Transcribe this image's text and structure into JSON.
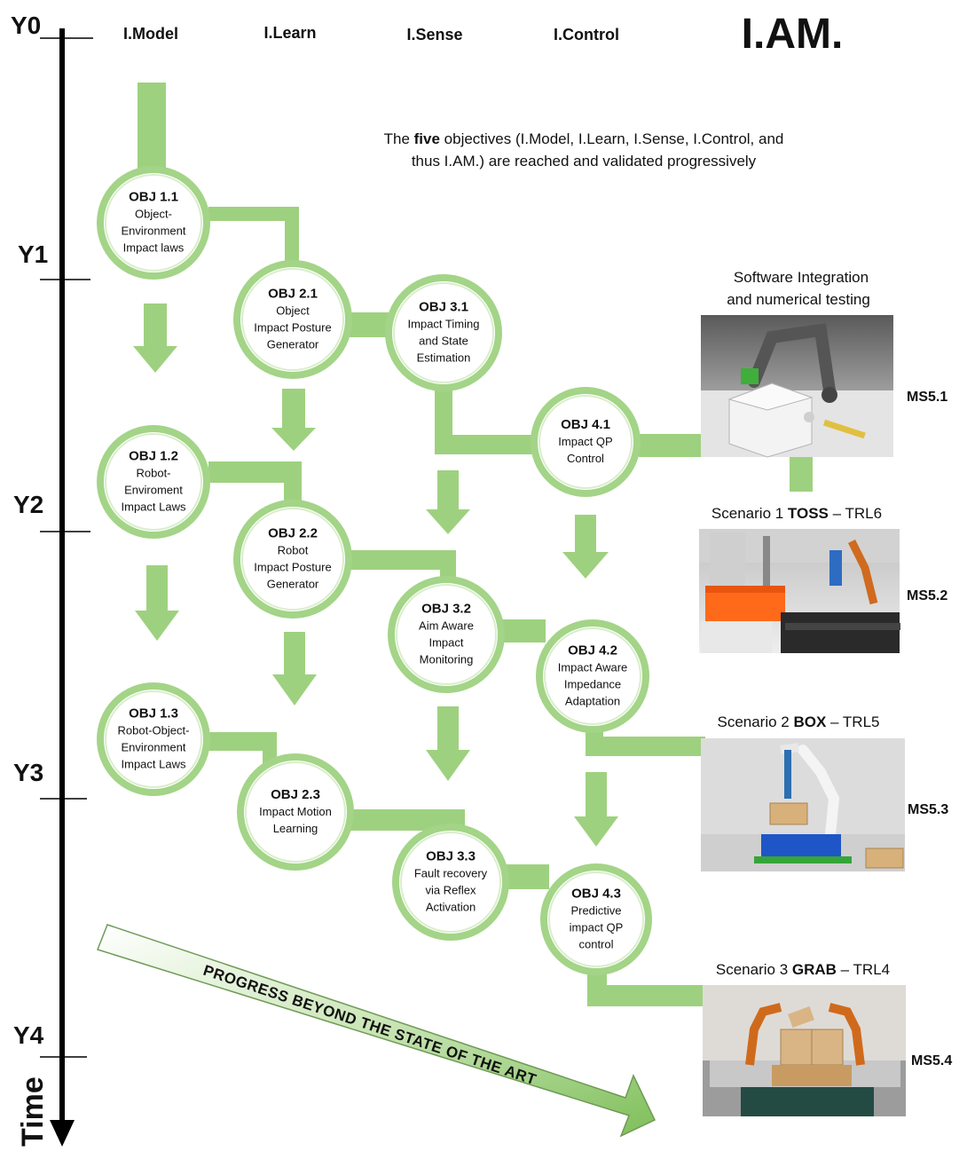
{
  "columns": [
    "I.Model",
    "I.Learn",
    "I.Sense",
    "I.Control"
  ],
  "iam_title": "I.AM.",
  "intro": {
    "line1_pre": "The ",
    "line1_bold": "five",
    "line1_post": " objectives (I.Model, I.Learn, I.Sense, I.Control, and",
    "line2": "thus I.AM.) are reached and validated progressively"
  },
  "timeline": {
    "years": [
      "Y0",
      "Y1",
      "Y2",
      "Y3",
      "Y4"
    ],
    "axis_label": "Time"
  },
  "objectives": [
    {
      "id": "obj-1-1",
      "title": "OBJ 1.1",
      "lines": [
        "Object-",
        "Environment",
        "Impact laws"
      ]
    },
    {
      "id": "obj-2-1",
      "title": "OBJ 2.1",
      "lines": [
        "Object",
        "Impact Posture",
        "Generator"
      ]
    },
    {
      "id": "obj-3-1",
      "title": "OBJ 3.1",
      "lines": [
        "Impact Timing",
        "and State",
        "Estimation"
      ]
    },
    {
      "id": "obj-4-1",
      "title": "OBJ 4.1",
      "lines": [
        "Impact QP",
        "Control"
      ]
    },
    {
      "id": "obj-1-2",
      "title": "OBJ 1.2",
      "lines": [
        "Robot-",
        "Enviroment",
        "Impact Laws"
      ]
    },
    {
      "id": "obj-2-2",
      "title": "OBJ 2.2",
      "lines": [
        "Robot",
        "Impact Posture",
        "Generator"
      ]
    },
    {
      "id": "obj-3-2",
      "title": "OBJ 3.2",
      "lines": [
        "Aim Aware",
        "Impact",
        "Monitoring"
      ]
    },
    {
      "id": "obj-4-2",
      "title": "OBJ 4.2",
      "lines": [
        "Impact Aware",
        "Impedance",
        "Adaptation"
      ]
    },
    {
      "id": "obj-1-3",
      "title": "OBJ 1.3",
      "lines": [
        "Robot-Object-",
        "Environment",
        "Impact Laws"
      ]
    },
    {
      "id": "obj-2-3",
      "title": "OBJ 2.3",
      "lines": [
        "Impact Motion",
        "Learning"
      ]
    },
    {
      "id": "obj-3-3",
      "title": "OBJ 3.3",
      "lines": [
        "Fault recovery",
        "via Reflex",
        "Activation"
      ]
    },
    {
      "id": "obj-4-3",
      "title": "OBJ 4.3",
      "lines": [
        "Predictive",
        "impact QP",
        "control"
      ]
    }
  ],
  "milestones": [
    {
      "id": "ms-5-1",
      "caption_lines": [
        "Software Integration",
        "and numerical testing"
      ],
      "caption_bold": "",
      "caption_post": "",
      "label": "MS5.1"
    },
    {
      "id": "ms-5-2",
      "caption_pre": "Scenario 1  ",
      "caption_bold": "TOSS",
      "caption_post": " – TRL6",
      "label": "MS5.2"
    },
    {
      "id": "ms-5-3",
      "caption_pre": "Scenario 2  ",
      "caption_bold": "BOX",
      "caption_post": " – TRL5",
      "label": "MS5.3"
    },
    {
      "id": "ms-5-4",
      "caption_pre": "Scenario 3  ",
      "caption_bold": "GRAB",
      "caption_post": " – TRL4",
      "label": "MS5.4"
    }
  ],
  "banner": "PROGRESS BEYOND THE STATE OF THE ART",
  "colors": {
    "green": "#9ed17f",
    "green_dark": "#8cc46b",
    "circle_fill": "#ffffff",
    "text": "#111111"
  }
}
